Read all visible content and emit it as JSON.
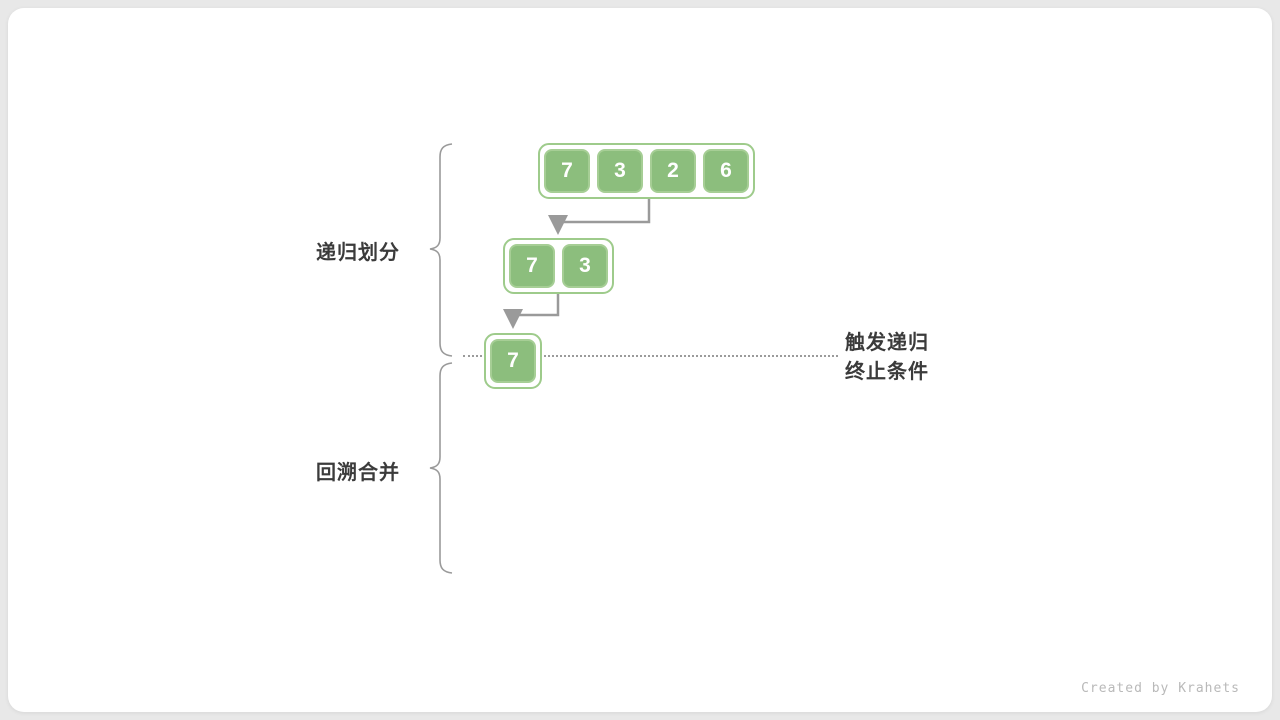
{
  "labels": {
    "divide": "递归划分",
    "merge": "回溯合并",
    "terminate_line1": "触发递归",
    "terminate_line2": "终止条件"
  },
  "groups": [
    {
      "values": [
        "7",
        "3",
        "2",
        "6"
      ]
    },
    {
      "values": [
        "7",
        "3"
      ]
    },
    {
      "values": [
        "7"
      ]
    }
  ],
  "watermark": "Created by Krahets",
  "colors": {
    "box_fill": "#8cbe7d",
    "box_border": "#a6ce95",
    "group_border": "#9ecb8b",
    "arrow": "#9a9a9a",
    "brace": "#9a9a9a",
    "label_text": "#3b3b3b",
    "number_text": "#ffffff",
    "dotted_line": "#9b9b9b",
    "watermark_text": "#b9b9b9",
    "page_background": "#e8e8e8",
    "card_background": "#ffffff"
  }
}
